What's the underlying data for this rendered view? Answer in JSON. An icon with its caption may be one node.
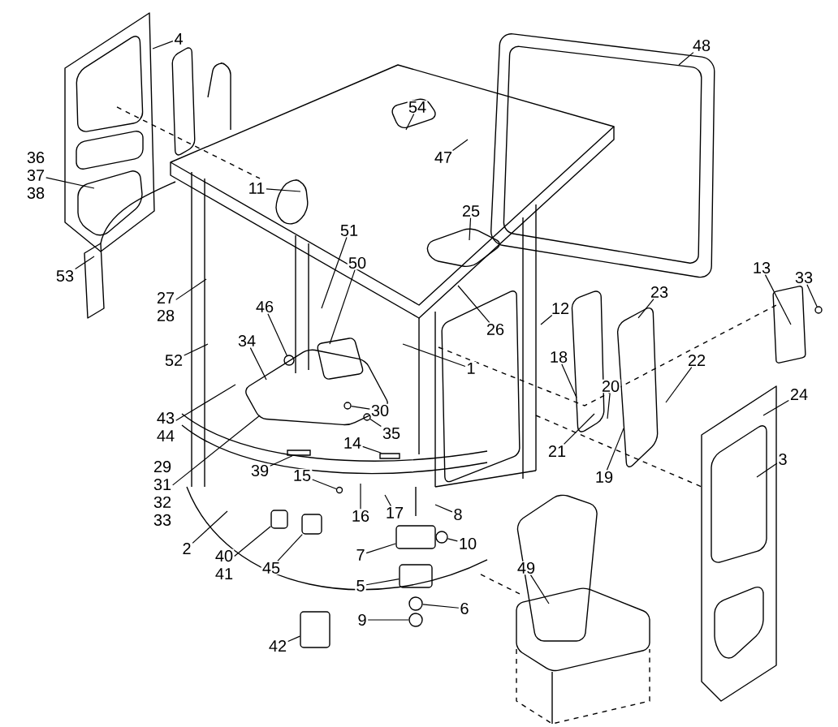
{
  "diagram": {
    "nodes": [
      {
        "text": [
          "4"
        ]
      },
      {
        "text": [
          "48"
        ]
      },
      {
        "text": [
          "54"
        ]
      },
      {
        "text": [
          "47"
        ]
      },
      {
        "text": [
          "36",
          "37",
          "38"
        ]
      },
      {
        "text": [
          "11"
        ]
      },
      {
        "text": [
          "25"
        ]
      },
      {
        "text": [
          "53"
        ]
      },
      {
        "text": [
          "51"
        ]
      },
      {
        "text": [
          "50"
        ]
      },
      {
        "text": [
          "27",
          "28"
        ]
      },
      {
        "text": [
          "13"
        ]
      },
      {
        "text": [
          "33"
        ]
      },
      {
        "text": [
          "46"
        ]
      },
      {
        "text": [
          "12"
        ]
      },
      {
        "text": [
          "23"
        ]
      },
      {
        "text": [
          "26"
        ]
      },
      {
        "text": [
          "34"
        ]
      },
      {
        "text": [
          "52"
        ]
      },
      {
        "text": [
          "22"
        ]
      },
      {
        "text": [
          "18"
        ]
      },
      {
        "text": [
          "20"
        ]
      },
      {
        "text": [
          "1"
        ]
      },
      {
        "text": [
          "24"
        ]
      },
      {
        "text": [
          "43",
          "44"
        ]
      },
      {
        "text": [
          "30"
        ]
      },
      {
        "text": [
          "35"
        ]
      },
      {
        "text": [
          "14"
        ]
      },
      {
        "text": [
          "21"
        ]
      },
      {
        "text": [
          "29",
          "31",
          "32",
          "33"
        ]
      },
      {
        "text": [
          "3"
        ]
      },
      {
        "text": [
          "39"
        ]
      },
      {
        "text": [
          "15"
        ]
      },
      {
        "text": [
          "19"
        ]
      },
      {
        "text": [
          "16"
        ]
      },
      {
        "text": [
          "17"
        ]
      },
      {
        "text": [
          "8"
        ]
      },
      {
        "text": [
          "2"
        ]
      },
      {
        "text": [
          "10"
        ]
      },
      {
        "text": [
          "40",
          "41"
        ]
      },
      {
        "text": [
          "7"
        ]
      },
      {
        "text": [
          "45"
        ]
      },
      {
        "text": [
          "49"
        ]
      },
      {
        "text": [
          "5"
        ]
      },
      {
        "text": [
          "6"
        ]
      },
      {
        "text": [
          "9"
        ]
      },
      {
        "text": [
          "42"
        ]
      },
      {
        "text": [],
        "shape": "circle"
      },
      {
        "text": [],
        "shape": "circle"
      },
      {
        "text": [],
        "shape": "circle"
      },
      {
        "text": [],
        "shape": "circle"
      },
      {
        "text": [],
        "shape": "bar"
      },
      {
        "text": [],
        "shape": "bar"
      },
      {
        "text": [],
        "shape": "circle"
      },
      {
        "text": [],
        "shape": "circle"
      },
      {
        "text": [],
        "shape": "box"
      },
      {
        "text": [],
        "shape": "box"
      },
      {
        "text": [],
        "shape": "box"
      },
      {
        "text": [],
        "shape": "box"
      },
      {
        "text": [],
        "shape": "circle"
      },
      {
        "text": [],
        "shape": "circle"
      },
      {
        "text": [],
        "shape": "box"
      }
    ],
    "edges": [
      {
        "from": 0,
        "to": null,
        "arrow": "none"
      },
      {
        "from": 1,
        "to": null,
        "arrow": "none"
      },
      {
        "from": 2,
        "to": null,
        "arrow": "none"
      },
      {
        "from": 3,
        "to": null,
        "arrow": "none"
      },
      {
        "from": 4,
        "to": null,
        "arrow": "none"
      },
      {
        "from": 5,
        "to": null,
        "arrow": "none"
      },
      {
        "from": 6,
        "to": null,
        "arrow": "none"
      },
      {
        "from": 7,
        "to": null,
        "arrow": "none"
      },
      {
        "from": 8,
        "to": null,
        "arrow": "none"
      },
      {
        "from": 9,
        "to": null,
        "arrow": "none"
      },
      {
        "from": 10,
        "to": null,
        "arrow": "none"
      },
      {
        "from": 11,
        "to": null,
        "arrow": "none"
      },
      {
        "from": 12,
        "to": 47,
        "arrow": "none"
      },
      {
        "from": 13,
        "to": 48,
        "arrow": "none"
      },
      {
        "from": 14,
        "to": null,
        "arrow": "none"
      },
      {
        "from": 15,
        "to": null,
        "arrow": "none"
      },
      {
        "from": 16,
        "to": null,
        "arrow": "none"
      },
      {
        "from": 17,
        "to": null,
        "arrow": "none"
      },
      {
        "from": 18,
        "to": null,
        "arrow": "none"
      },
      {
        "from": 19,
        "to": null,
        "arrow": "none"
      },
      {
        "from": 20,
        "to": null,
        "arrow": "none"
      },
      {
        "from": 21,
        "to": null,
        "arrow": "none"
      },
      {
        "from": 22,
        "to": null,
        "arrow": "none"
      },
      {
        "from": 23,
        "to": null,
        "arrow": "none"
      },
      {
        "from": 24,
        "to": null,
        "arrow": "none"
      },
      {
        "from": 25,
        "to": 49,
        "arrow": "none"
      },
      {
        "from": 26,
        "to": 50,
        "arrow": "none"
      },
      {
        "from": 27,
        "to": 51,
        "arrow": "none"
      },
      {
        "from": 28,
        "to": null,
        "arrow": "none"
      },
      {
        "from": 29,
        "to": null,
        "arrow": "none"
      },
      {
        "from": 30,
        "to": null,
        "arrow": "none"
      },
      {
        "from": 31,
        "to": 52,
        "arrow": "none"
      },
      {
        "from": 32,
        "to": 53,
        "arrow": "none"
      },
      {
        "from": 33,
        "to": null,
        "arrow": "none"
      },
      {
        "from": 34,
        "to": null,
        "arrow": "none"
      },
      {
        "from": 35,
        "to": null,
        "arrow": "none"
      },
      {
        "from": 36,
        "to": null,
        "arrow": "none"
      },
      {
        "from": 37,
        "to": null,
        "arrow": "none"
      },
      {
        "from": 38,
        "to": 54,
        "arrow": "none"
      },
      {
        "from": 39,
        "to": 55,
        "arrow": "none"
      },
      {
        "from": 40,
        "to": 56,
        "arrow": "none"
      },
      {
        "from": 41,
        "to": 57,
        "arrow": "none"
      },
      {
        "from": 42,
        "to": null,
        "arrow": "none"
      },
      {
        "from": 43,
        "to": 58,
        "arrow": "none"
      },
      {
        "from": 44,
        "to": 59,
        "arrow": "none"
      },
      {
        "from": 45,
        "to": 60,
        "arrow": "none"
      },
      {
        "from": 46,
        "to": 61,
        "arrow": "none"
      }
    ]
  }
}
